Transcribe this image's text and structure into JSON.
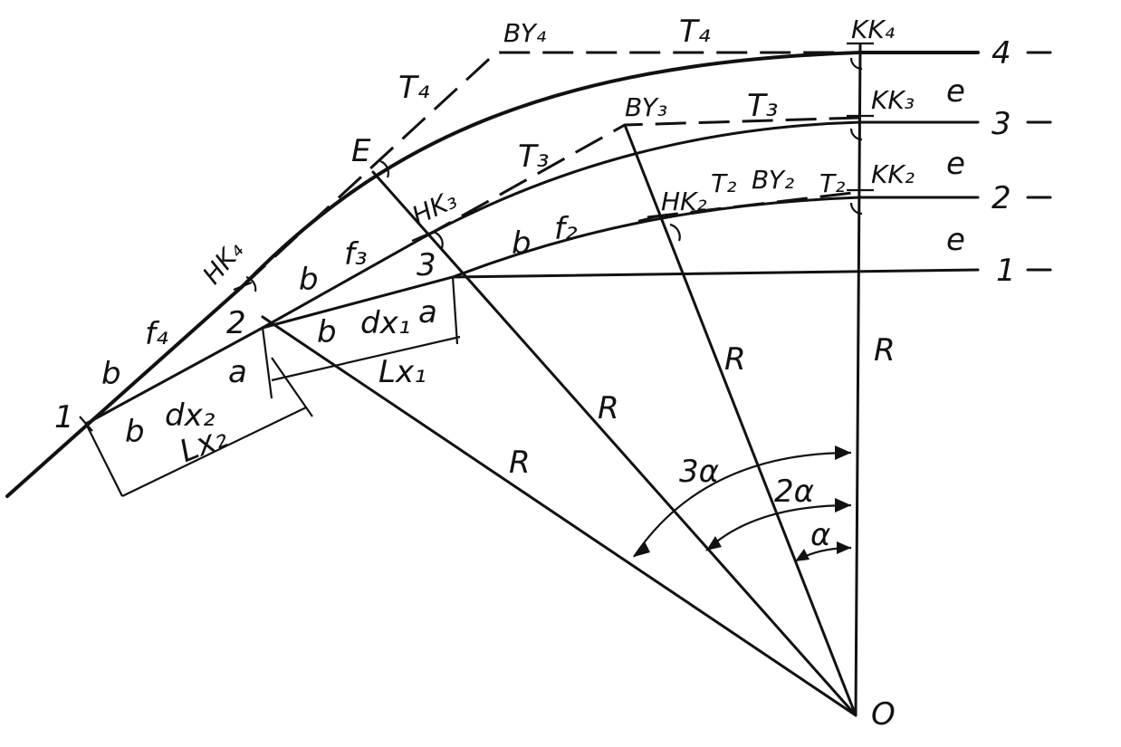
{
  "figure": {
    "track_numbers": [
      "1",
      "2",
      "3",
      "4"
    ],
    "spacing_label": "e",
    "center_label": "O",
    "radius_label": "R",
    "angles": {
      "a1": "α",
      "a2": "2α",
      "a3": "3α"
    },
    "points": {
      "p1": "1",
      "p2": "2",
      "p3": "3",
      "E": "E",
      "HK4": "HK₄",
      "HK3": "HK₃",
      "HK2": "HK₂",
      "KK4": "KK₄",
      "KK3": "KK₃",
      "KK2": "KK₂",
      "BY4": "BY₄",
      "BY3": "BY₃",
      "BY2": "BY₂"
    },
    "tangents": {
      "T4": "T₄",
      "T3": "T₃",
      "T2": "T₂"
    },
    "segments": {
      "b": "b",
      "f4": "f₄",
      "f3": "f₃",
      "f2": "f₂",
      "dx1": "dx₁",
      "dx2": "dx₂",
      "a": "a",
      "Lx1": "Lx₁",
      "Lx2": "Lx₂"
    }
  }
}
